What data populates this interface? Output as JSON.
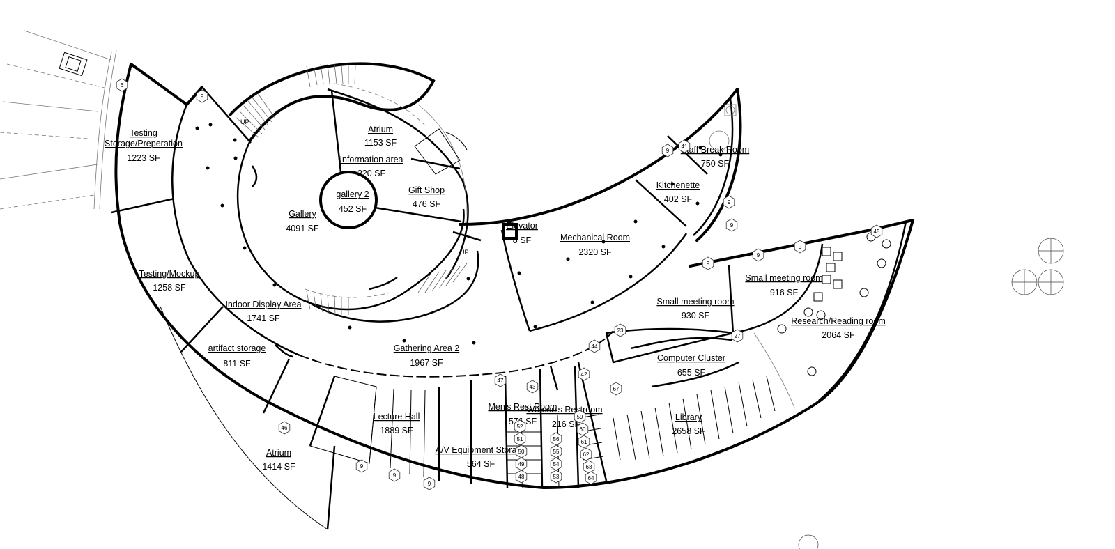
{
  "rooms": [
    {
      "id": "testing-storage",
      "name_lines": [
        "Testing",
        "Storage/Preperation"
      ],
      "area": "1223 SF"
    },
    {
      "id": "atrium-top",
      "name_lines": [
        "Atrium"
      ],
      "area": "1153 SF"
    },
    {
      "id": "information-area",
      "name_lines": [
        "Information area"
      ],
      "area": "220 SF"
    },
    {
      "id": "gallery-2",
      "name_lines": [
        "gallery 2"
      ],
      "area": "452 SF"
    },
    {
      "id": "gift-shop",
      "name_lines": [
        "Gift Shop"
      ],
      "area": "476 SF"
    },
    {
      "id": "gallery",
      "name_lines": [
        "Gallery"
      ],
      "area": "4091 SF"
    },
    {
      "id": "elevator",
      "name_lines": [
        "Elevator"
      ],
      "area": "8 SF"
    },
    {
      "id": "mechanical-room",
      "name_lines": [
        "Mechanical Room"
      ],
      "area": "2320 SF"
    },
    {
      "id": "kitchenette",
      "name_lines": [
        "Kitchenette"
      ],
      "area": "402 SF"
    },
    {
      "id": "staff-break-room",
      "name_lines": [
        "Staff Break Room"
      ],
      "area": "750 SF"
    },
    {
      "id": "testing-mockup",
      "name_lines": [
        "Testing/Mockup"
      ],
      "area": "1258 SF"
    },
    {
      "id": "indoor-display-area",
      "name_lines": [
        "Indoor Display Area"
      ],
      "area": "1741 SF"
    },
    {
      "id": "small-meeting-room-1",
      "name_lines": [
        "Small meeting room"
      ],
      "area": "916 SF"
    },
    {
      "id": "small-meeting-room-2",
      "name_lines": [
        "Small meeting room"
      ],
      "area": "930 SF"
    },
    {
      "id": "research-reading-room",
      "name_lines": [
        "Research/Reading room"
      ],
      "area": "2064 SF"
    },
    {
      "id": "artifact-storage",
      "name_lines": [
        "artifact storage"
      ],
      "area": "811 SF"
    },
    {
      "id": "gathering-area-2",
      "name_lines": [
        "Gathering Area 2"
      ],
      "area": "1967 SF"
    },
    {
      "id": "computer-cluster",
      "name_lines": [
        "Computer Cluster"
      ],
      "area": "655 SF"
    },
    {
      "id": "mens-rest-room",
      "name_lines": [
        "Men's Rest Room"
      ],
      "area": "576 SF"
    },
    {
      "id": "womens-restroom",
      "name_lines": [
        "Women's Restroom"
      ],
      "area": "216 SF"
    },
    {
      "id": "library",
      "name_lines": [
        "Library"
      ],
      "area": "2658 SF"
    },
    {
      "id": "lecture-hall",
      "name_lines": [
        "Lecture Hall"
      ],
      "area": "1889 SF"
    },
    {
      "id": "av-equipment-storage",
      "name_lines": [
        "A/V Equipment Storage"
      ],
      "area": "564 SF"
    },
    {
      "id": "atrium-bottom",
      "name_lines": [
        "Atrium"
      ],
      "area": "1414 SF"
    }
  ],
  "stair_labels": [
    "UP",
    "UP"
  ],
  "tags": [
    "6",
    "9",
    "9",
    "41",
    "9",
    "9",
    "9",
    "45",
    "9",
    "9",
    "23",
    "27",
    "44",
    "42",
    "47",
    "43",
    "67",
    "46",
    "9",
    "9",
    "9",
    "59",
    "60",
    "61",
    "62",
    "63",
    "64",
    "52",
    "51",
    "50",
    "49",
    "48",
    "56",
    "55",
    "54",
    "53"
  ]
}
